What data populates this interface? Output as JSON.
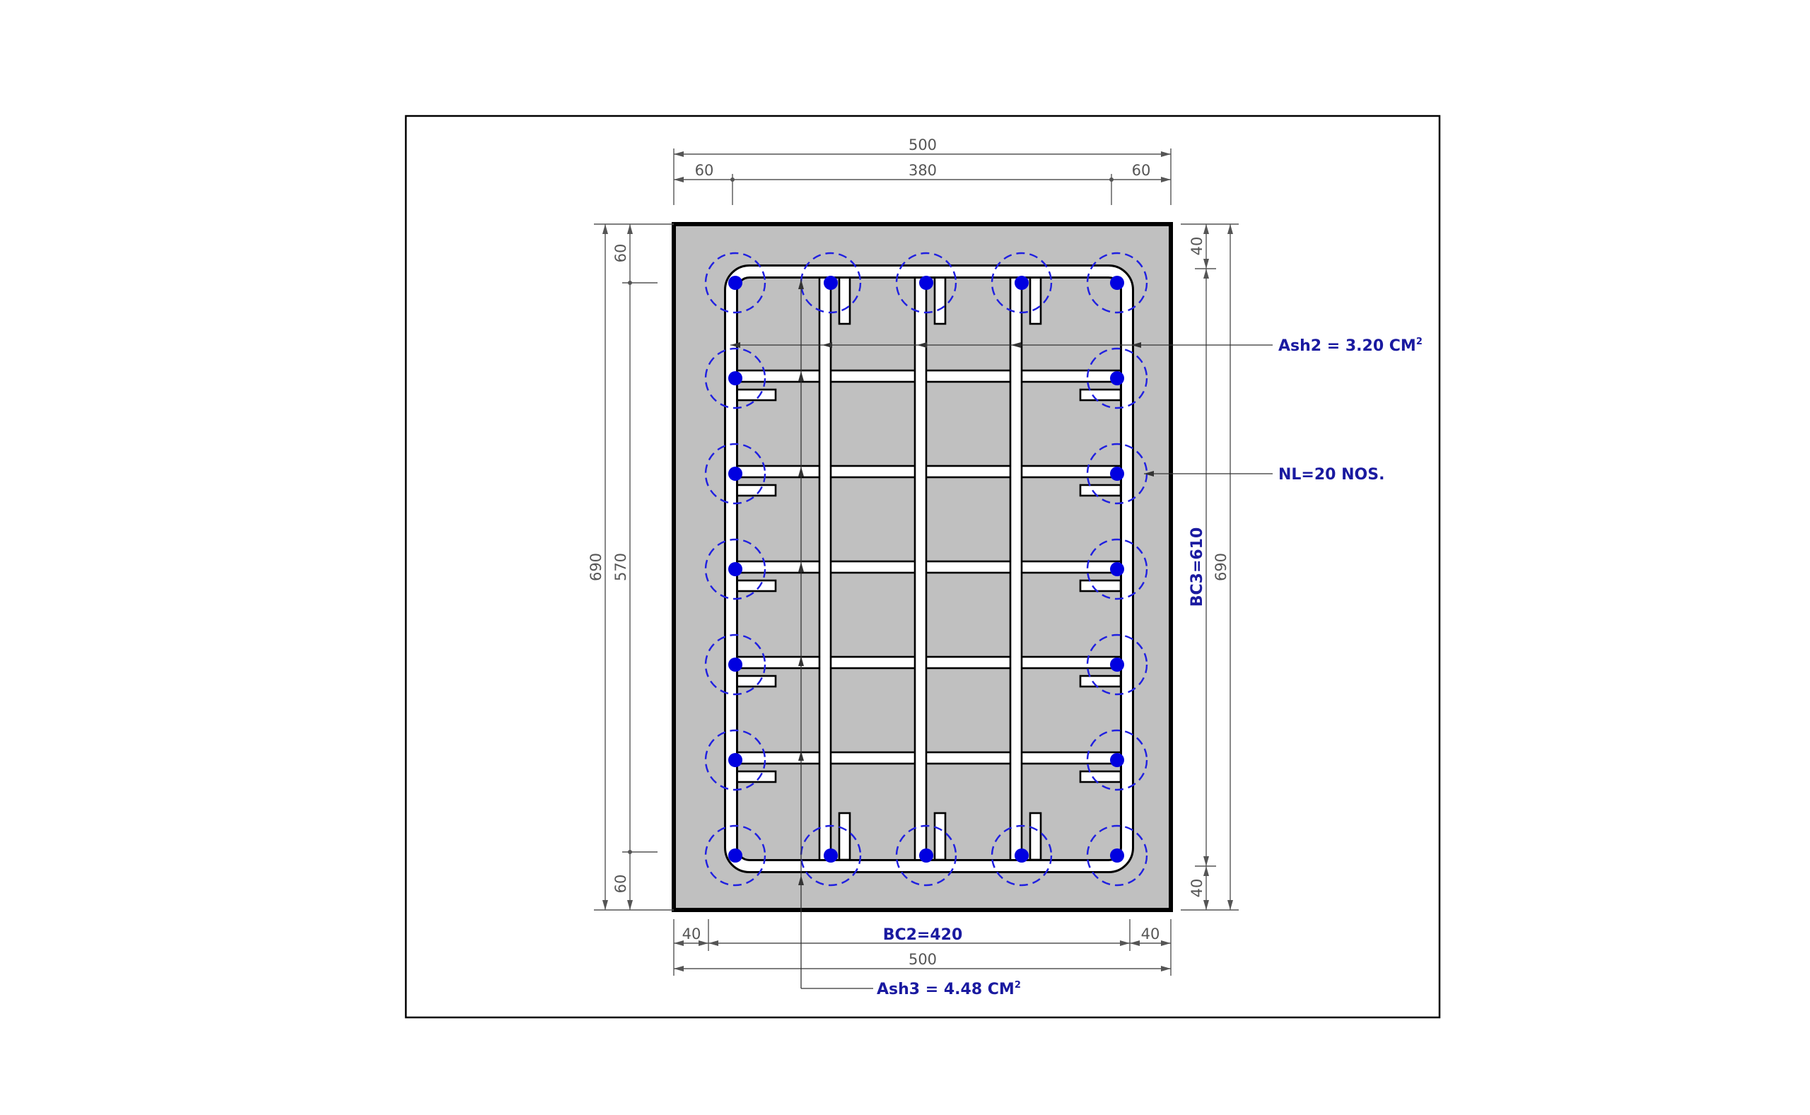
{
  "colors": {
    "background": "#ffffff",
    "frame": "#000000",
    "concrete": "#c0c0c0",
    "rebar_outline": "#000000",
    "rebar_fill": "#ffffff",
    "longitudinal_bar": "#0000e0",
    "confinement_circle": "#2020e0",
    "dimension": "#555555",
    "annotation": "#1a1aa0"
  },
  "dimensions": {
    "top_overall": "500",
    "top_left_cover": "60",
    "top_middle": "380",
    "top_right_cover": "60",
    "left_overall": "690",
    "left_top_cover": "60",
    "left_middle": "570",
    "left_bottom_cover": "60",
    "right_overall": "690",
    "right_top_cover": "40",
    "right_bottom_cover": "40",
    "bottom_left_cover": "40",
    "bottom_right_cover": "40",
    "bottom_overall": "500"
  },
  "annotations": {
    "ash2_label": "Ash2 = 3.20 CM",
    "ash2_sup": "2",
    "ash3_label": "Ash3 = 4.48 CM",
    "ash3_sup": "2",
    "nl_label": "NL=20 NOS.",
    "bc2_label": "BC2=420",
    "bc3_label": "BC3=610"
  }
}
